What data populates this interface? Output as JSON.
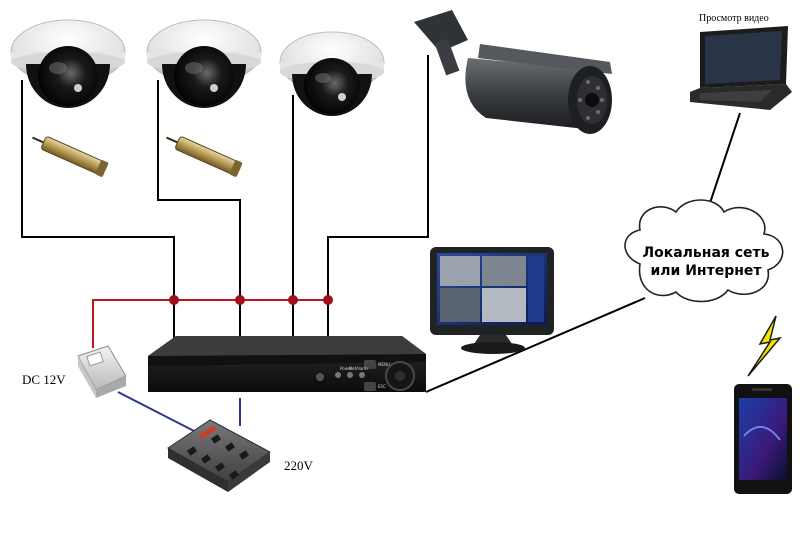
{
  "labels": {
    "laptop_caption": "Просмотр видео",
    "network_line1": "Локальная сеть",
    "network_line2": "или Интернет",
    "dc_label": "DC 12V",
    "ac_label": "220V"
  },
  "dvr_buttons": [
    "Power",
    "Net",
    "Alarm"
  ],
  "dvr_side": [
    "MENU",
    "ESC"
  ],
  "colors": {
    "signal_wire": "#000000",
    "power_wire": "#c0141c",
    "mains_wire": "#2a3a8c",
    "junction": "#a0101a",
    "lightning": "#f2e600"
  },
  "icons": [
    "dome-camera-icon",
    "bullet-camera-icon",
    "pinhole-camera-icon",
    "laptop-icon",
    "monitor-icon",
    "smartphone-icon",
    "dvr-icon",
    "power-adapter-icon",
    "power-strip-icon",
    "cloud-icon",
    "lightning-icon"
  ]
}
